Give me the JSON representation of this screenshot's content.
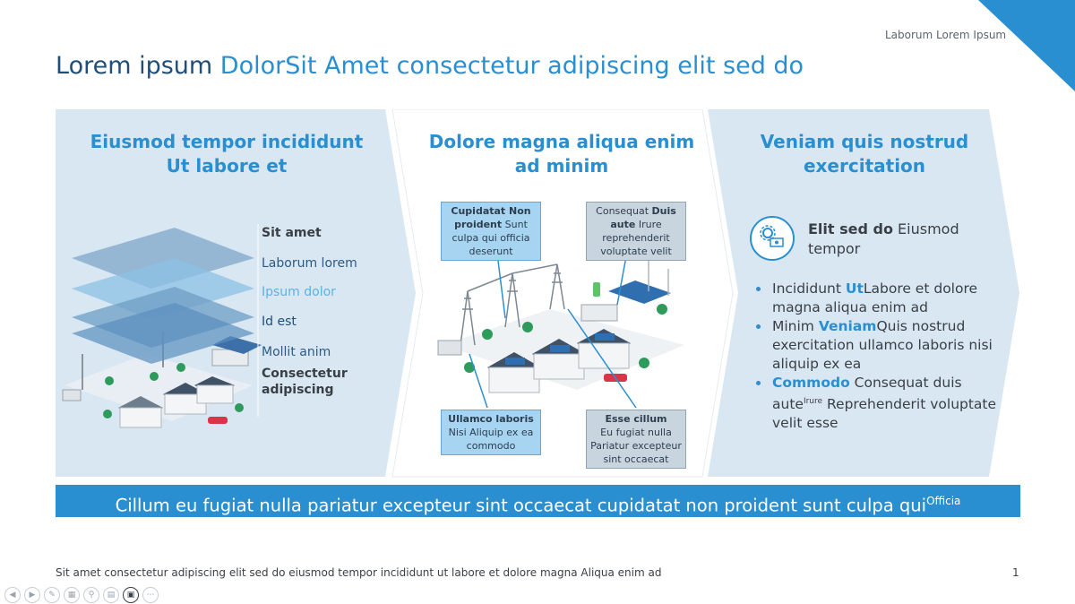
{
  "header": {
    "top_label": "Laborum Lorem Ipsum",
    "title_main": "Lorem ipsum ",
    "title_accent": "DolorSit Amet consectetur adipiscing elit sed do",
    "accent_color": "#2a8fd0"
  },
  "panel1": {
    "heading_line1": "Eiusmod tempor incididunt",
    "heading_line2": "Ut labore et",
    "layers": [
      {
        "label": "Sit amet"
      },
      {
        "label": "Laborum lorem"
      },
      {
        "label": "Ipsum dolor"
      },
      {
        "label": "Id est"
      },
      {
        "label": "Mollit anim"
      },
      {
        "label_line1": "Consectetur",
        "label_line2": "adipiscing"
      }
    ]
  },
  "panel2": {
    "heading_line1": "Dolore magna aliqua enim",
    "heading_line2": "ad minim",
    "callout_tl": {
      "bold": "Cupidatat Non proident",
      "text": " Sunt culpa qui officia deserunt"
    },
    "callout_tr": {
      "text1": "Consequat ",
      "bold": "Duis aute",
      "text2": " Irure reprehenderit voluptate velit"
    },
    "callout_bl": {
      "bold": "Ullamco laboris",
      "text": "Nisi Aliquip ex ea commodo"
    },
    "callout_br": {
      "bold": "Esse cillum",
      "text": "Eu fugiat nulla Pariatur excepteur sint occaecat"
    }
  },
  "panel3": {
    "heading_line1": "Veniam quis nostrud",
    "heading_line2": "exercitation",
    "feature_bold": "Elit sed do",
    "feature_text": " Eiusmod tempor",
    "bullets": [
      {
        "pre": "Incididunt ",
        "hl": "Ut",
        "post": "Labore et dolore magna aliqua enim ad",
        "sup": ""
      },
      {
        "pre": "Minim ",
        "hl": "Veniam",
        "post": "Quis nostrud exercitation ullamco laboris nisi aliquip ex ea",
        "sup": ""
      },
      {
        "pre": "",
        "hl": "Commodo",
        "post": " Consequat duis aute",
        "sup": "Irure",
        "post2": " Reprehenderit voluptate velit esse"
      }
    ]
  },
  "banner": {
    "text": "Cillum eu fugiat nulla pariatur excepteur sint occaecat cupidatat non proident sunt culpa qui",
    "sup": "Officia"
  },
  "footer": {
    "text": "Sit amet consectetur adipiscing elit sed do eiusmod tempor incididunt ut labore et dolore magna Aliqua enim ad",
    "page_number": "1"
  },
  "toolbar": {
    "items": [
      "prev-icon",
      "next-icon",
      "pen-icon",
      "slides-icon",
      "zoom-icon",
      "subtitles-icon",
      "camera-icon",
      "more-icon"
    ]
  }
}
